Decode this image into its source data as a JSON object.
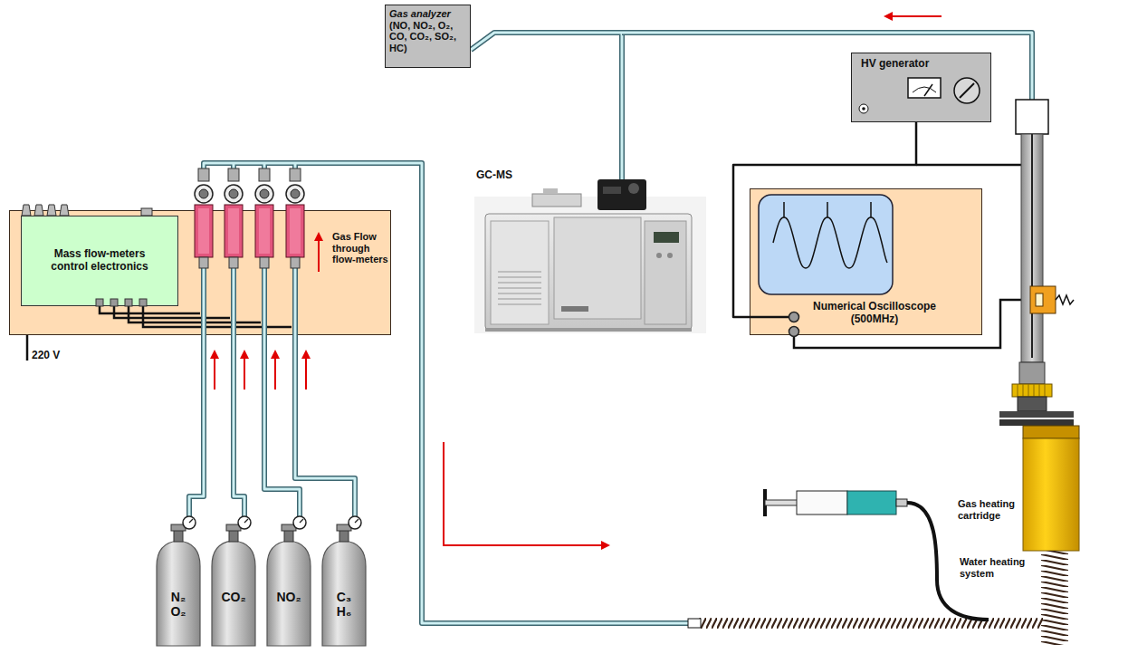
{
  "diagram": {
    "nodes": [
      {
        "text": [
          "Gas Flow through flow-meters"
        ]
      },
      {
        "text": [
          "Mass flow-meters control electronics"
        ],
        "in": 0
      },
      {
        "text": [
          "Gas analyzer",
          "(NO, NO₂, O₂, CO, CO₂, SO₂, HC)"
        ]
      },
      {
        "text": [
          "GC-MS"
        ]
      },
      {
        "text": [
          "HV generator"
        ]
      },
      {
        "text": [
          "Numerical Oscilloscope (500MHz)"
        ]
      },
      {
        "text": [
          "N₂ O₂"
        ]
      },
      {
        "text": [
          "CO₂"
        ]
      },
      {
        "text": [
          "NO₂"
        ]
      },
      {
        "text": [
          "C₃ H₆"
        ]
      }
    ],
    "edges": [
      {
        "from": 6,
        "to": 0,
        "arrow": "none"
      },
      {
        "from": 7,
        "to": 0,
        "arrow": "none"
      },
      {
        "from": 8,
        "to": 0,
        "arrow": "none"
      },
      {
        "from": 9,
        "to": 0,
        "arrow": "none"
      },
      {
        "from": 2,
        "to": 3,
        "arrow": "none"
      },
      {
        "from": 4,
        "to": 5,
        "arrow": "none"
      }
    ],
    "labels": [
      "220 V",
      "Gas heating cartridge",
      "Water heating system"
    ]
  }
}
